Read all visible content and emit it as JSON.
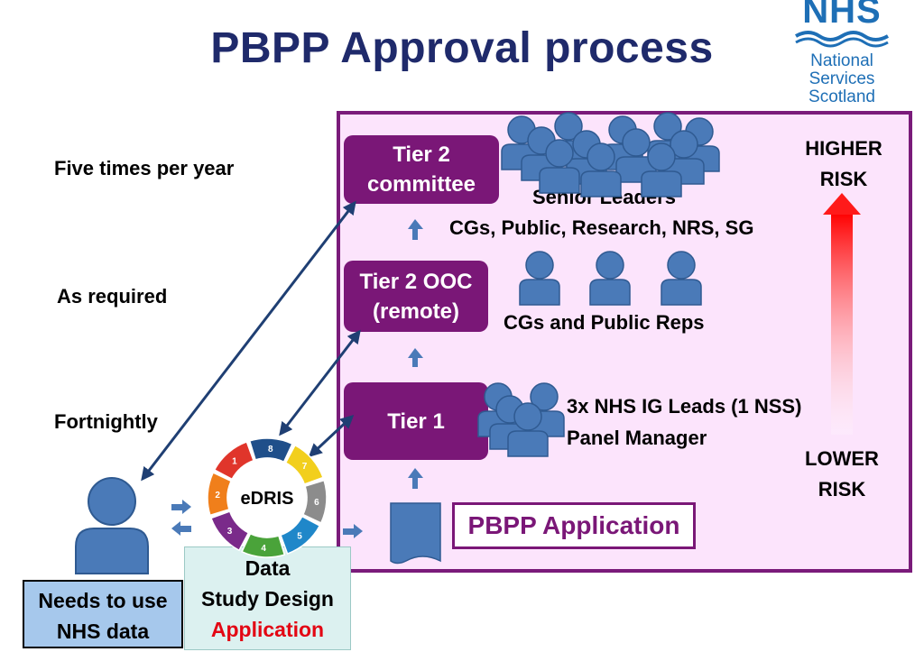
{
  "title": "PBPP Approval process",
  "logo": {
    "nhs": "NHS",
    "line1": "National",
    "line2": "Services",
    "line3": "Scotland"
  },
  "frequencies": {
    "tier2": "Five times per year",
    "ooc": "As required",
    "tier1": "Fortnightly"
  },
  "tiers": {
    "tier2_line1": "Tier 2",
    "tier2_line2": "committee",
    "ooc_line1": "Tier 2 OOC",
    "ooc_line2": "(remote)",
    "tier1": "Tier 1"
  },
  "members": {
    "tier2_line1": "Senior Leaders",
    "tier2_line2": "CGs, Public, Research, NRS, SG",
    "ooc": "CGs and Public Reps",
    "tier1_line1": "3x  NHS IG Leads (1 NSS)",
    "tier1_line2": "Panel Manager"
  },
  "risk": {
    "higher_1": "HIGHER",
    "higher_2": "RISK",
    "lower_1": "LOWER",
    "lower_2": "RISK"
  },
  "application_box": "PBPP Application",
  "edris": {
    "label": "eDRIS",
    "segments": [
      "1",
      "2",
      "3",
      "4",
      "5",
      "6",
      "7",
      "8"
    ]
  },
  "requester": {
    "line1": "Needs to use",
    "line2": "NHS data"
  },
  "data_box": {
    "line1": "Data",
    "line2": "Study Design",
    "line3": "Application"
  },
  "colors": {
    "title": "#1f2a6b",
    "tier": "#7a1777",
    "panel_bg": "#fce4fc",
    "person": "#4a7ab8",
    "arrow": "#1f3f73",
    "accent_red": "#e30613"
  }
}
